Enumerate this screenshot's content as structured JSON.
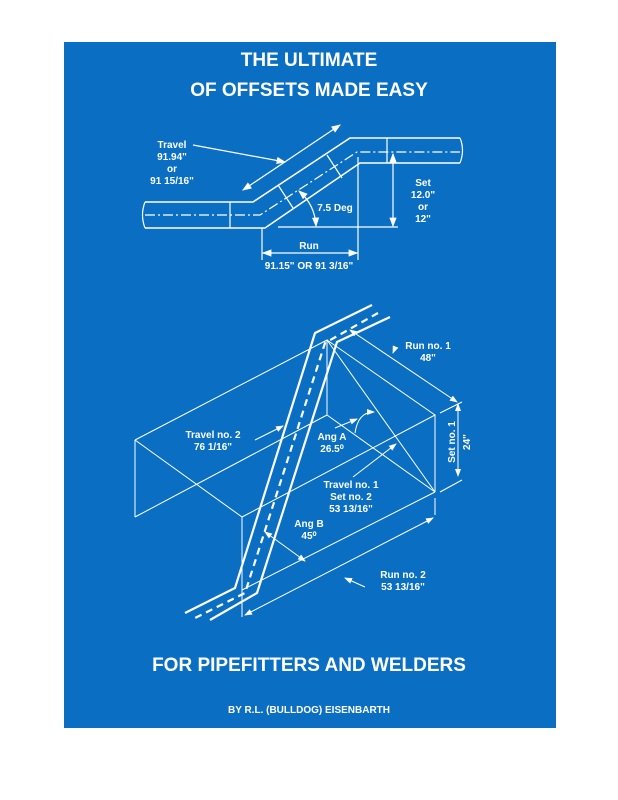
{
  "title_line1": "THE ULTIMATE",
  "title_line2": "OF OFFSETS MADE EASY",
  "subtitle": "FOR PIPEFITTERS AND WELDERS",
  "author": "BY R.L. (BULLDOG) EISENBARTH",
  "colors": {
    "background": "#0a6fc2",
    "lines": "#ffffff"
  },
  "diagram1": {
    "travel": [
      "Travel",
      "91.94\"",
      "or",
      "91 15/16\""
    ],
    "angle": "7.5 Deg",
    "set": [
      "Set",
      "12.0\"",
      "or",
      "12\""
    ],
    "run_label": "Run",
    "run_value": "91.15\" OR 91 3/16\""
  },
  "diagram2": {
    "run1": [
      "Run no. 1",
      "48\""
    ],
    "travel2": [
      "Travel no. 2",
      "76 1/16\""
    ],
    "ang_a": [
      "Ang A",
      "26.5⁰"
    ],
    "set1": "Set no. 1",
    "set1_value": "24\"",
    "travel1": [
      "Travel no. 1",
      "Set no. 2",
      "53 13/16\""
    ],
    "ang_b": [
      "Ang B",
      "45⁰"
    ],
    "run2": [
      "Run no. 2",
      "53 13/16\""
    ]
  }
}
